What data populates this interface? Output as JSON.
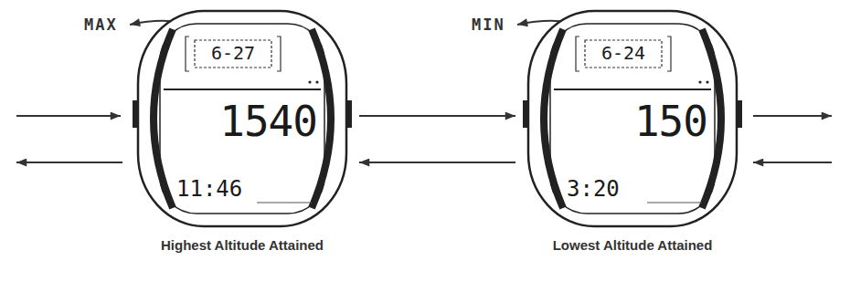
{
  "diagram": {
    "nodes": [
      {
        "text": [
          "6-27",
          "1540",
          "11:46",
          "Highest Altitude Attained"
        ]
      },
      {
        "text": [
          "6-24",
          "150",
          "3:20",
          "Lowest Altitude Attained"
        ]
      }
    ],
    "edges": [
      {
        "from": 0,
        "to": 1,
        "arrow": "to"
      },
      {
        "from": 1,
        "to": 0,
        "arrow": "to"
      }
    ],
    "labels": [
      "MAX",
      "MIN"
    ]
  }
}
